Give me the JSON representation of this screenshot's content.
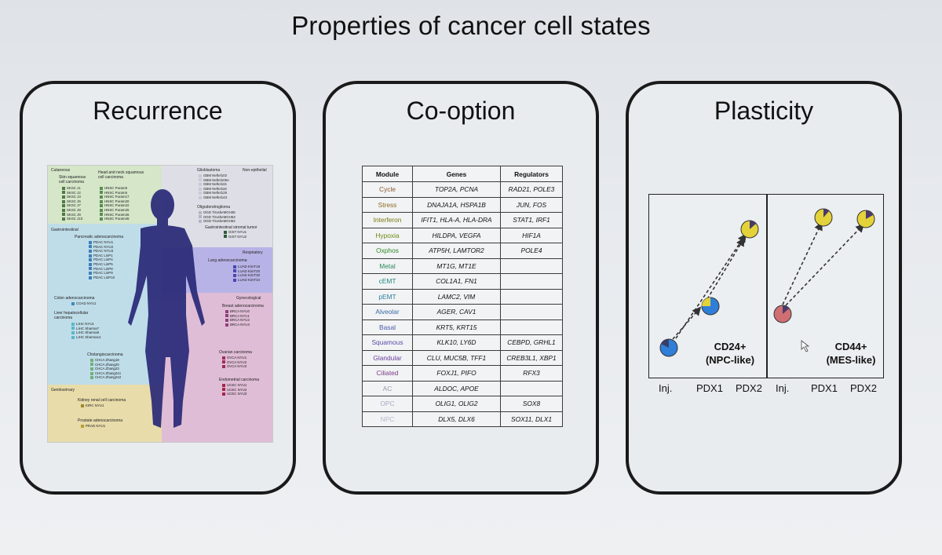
{
  "title": "Properties of cancer cell states",
  "panels": {
    "recurrence": {
      "title": "Recurrence",
      "groups": [
        {
          "label": "Cutaneous",
          "color": "#b9d7a6"
        },
        {
          "label": "Skin squamous cell carcinoma",
          "items": [
            "SKSC J1",
            "SKSC J2",
            "SKSC J3",
            "SKSC J6",
            "SKSC J7",
            "SKSC J8",
            "SKSC J9",
            "SKSC J10"
          ],
          "color": "#4f7a44"
        },
        {
          "label": "Head and neck squamous cell carcinoma",
          "items": [
            "HNSC Puram5",
            "HNSC Puram6",
            "HNSC Puram17",
            "HNSC Puram20",
            "HNSC Puram22",
            "HNSC Puram25",
            "HNSC Puram26",
            "HNSC Puram28"
          ],
          "color": "#5a8e55"
        },
        {
          "label": "Glioblastoma",
          "items": [
            "GBM Neftel102",
            "GBM Neftel105A",
            "GBM Neftel115",
            "GBM Neftel118",
            "GBM Neftel125",
            "GBM Neftel143"
          ],
          "color": "#c9c9d6"
        },
        {
          "label": "Non-epithelial"
        },
        {
          "label": "Oligodendroglioma",
          "items": [
            "OGD TirosheMGH36",
            "OGD TirosheMGH53",
            "OGD TirosheMGH54"
          ],
          "color": "#b3b3c3"
        },
        {
          "label": "Gastrointestinal stromal tumor",
          "items": [
            "GIST NYU1",
            "GIST NYU2"
          ],
          "color": "#2f5a3a"
        },
        {
          "label": "Gastrointestinal"
        },
        {
          "label": "Pancreatic adenocarcinoma",
          "items": [
            "PDAC NYU1",
            "PDAC NYU2",
            "PDAC NYU3",
            "PDAC LinP1",
            "PDAC LinP4",
            "PDAC LinP5",
            "PDAC LinP8",
            "PDAC LinP9",
            "PDAC LinP10"
          ],
          "color": "#3f7fb8"
        },
        {
          "label": "Respiratory"
        },
        {
          "label": "Lung adenocarcinoma",
          "items": [
            "LUAD KimT18",
            "LUAD KimT20",
            "LUAD KimT30",
            "LUAD KimT34"
          ],
          "color": "#4b46b3"
        },
        {
          "label": "Colon adenocarcinoma",
          "items": [
            "COAD NYU1"
          ],
          "color": "#3b8bbf"
        },
        {
          "label": "Gynecological"
        },
        {
          "label": "Liver hepatocellular carcinoma",
          "items": [
            "LIHC NYU1",
            "LIHC Sharma7",
            "LIHC Sharma8",
            "LIHC Sharma14"
          ],
          "color": "#58b8c9"
        },
        {
          "label": "Breast adenocarcinoma",
          "items": [
            "BRCA NYU0",
            "BRCA NYU1",
            "BRCA NYU2",
            "BRCA NYU3"
          ],
          "color": "#8f3f7a"
        },
        {
          "label": "Cholangiocarcinoma",
          "items": [
            "CHCA Zhang18",
            "CHCA Zhang20",
            "CHCA Zhang23",
            "CHCA Zhang241",
            "CHCA Zhang242"
          ],
          "color": "#6fb07b"
        },
        {
          "label": "Ovarian carcinoma",
          "items": [
            "OVCA NYU1",
            "OVCA NYU2",
            "OVCA NYU3"
          ],
          "color": "#9c2d55"
        },
        {
          "label": "Endometrial carcinoma",
          "items": [
            "UCEC NYU1",
            "UCEC NYU2",
            "UCEC NYU3"
          ],
          "color": "#a3264a"
        },
        {
          "label": "Genitourinary"
        },
        {
          "label": "Kidney renal cell carcinoma",
          "items": [
            "KIRC NYU1"
          ],
          "color": "#9a8a2a"
        },
        {
          "label": "Prostate adenocarcinoma",
          "items": [
            "PRAD NYU1"
          ],
          "color": "#b89c2f"
        }
      ]
    },
    "cooption": {
      "title": "Co-option",
      "headers": [
        "Module",
        "Genes",
        "Regulators"
      ],
      "rows": [
        {
          "module": "Cycle",
          "genes": "TOP2A, PCNA",
          "regulators": "RAD21, POLE3",
          "color": "#8a5a2b"
        },
        {
          "module": "Stress",
          "genes": "DNAJA1A, HSPA1B",
          "regulators": "JUN, FOS",
          "color": "#8a6a1f"
        },
        {
          "module": "Interferon",
          "genes": "IFIT1, HLA-A, HLA-DRA",
          "regulators": "STAT1, IRF1",
          "color": "#7a7a10"
        },
        {
          "module": "Hypoxia",
          "genes": "HILDPA, VEGFA",
          "regulators": "HIF1A",
          "color": "#6b8a14"
        },
        {
          "module": "Oxphos",
          "genes": "ATP5H, LAMTOR2",
          "regulators": "POLE4",
          "color": "#2f8a2a"
        },
        {
          "module": "Metal",
          "genes": "MT1G, MT1E",
          "regulators": "",
          "color": "#2a8a5c"
        },
        {
          "module": "cEMT",
          "genes": "COL1A1, FN1",
          "regulators": "",
          "color": "#22887f"
        },
        {
          "module": "pEMT",
          "genes": "LAMC2, VIM",
          "regulators": "",
          "color": "#2a7fa0"
        },
        {
          "module": "Alveolar",
          "genes": "AGER, CAV1",
          "regulators": "",
          "color": "#3a6aa8"
        },
        {
          "module": "Basal",
          "genes": "KRT5, KRT15",
          "regulators": "",
          "color": "#4a5aa8"
        },
        {
          "module": "Squamous",
          "genes": "KLK10, LY6D",
          "regulators": "CEBPD, GRHL1",
          "color": "#5a4aa8"
        },
        {
          "module": "Glandular",
          "genes": "CLU, MUC5B, TFF1",
          "regulators": "CREB3L1, XBP1",
          "color": "#6a3e9e"
        },
        {
          "module": "Ciliated",
          "genes": "FOXJ1, PIFO",
          "regulators": "RFX3",
          "color": "#7a3a8a"
        },
        {
          "module": "AC",
          "genes": "ALDOC, APOE",
          "regulators": "",
          "color": "#9a9ab0"
        },
        {
          "module": "OPC",
          "genes": "OLIG1, OLIG2",
          "regulators": "SOX8",
          "color": "#a8a8c0"
        },
        {
          "module": "NPC",
          "genes": "DLX5, DLX6",
          "regulators": "SOX11, DLX1",
          "color": "#b8b8cc"
        }
      ]
    },
    "plasticity": {
      "title": "Plasticity",
      "left_label_1": "CD24+",
      "left_label_2": "(NPC-like)",
      "right_label_1": "CD44+",
      "right_label_2": "(MES-like)",
      "x_labels": [
        "Inj.",
        "PDX1",
        "PDX2",
        "Inj.",
        "PDX1",
        "PDX2"
      ],
      "colors": {
        "blue": "#2f7fd9",
        "yellow": "#e3d23a",
        "red": "#cf6f72",
        "dark": "#4a3a6a"
      }
    }
  }
}
